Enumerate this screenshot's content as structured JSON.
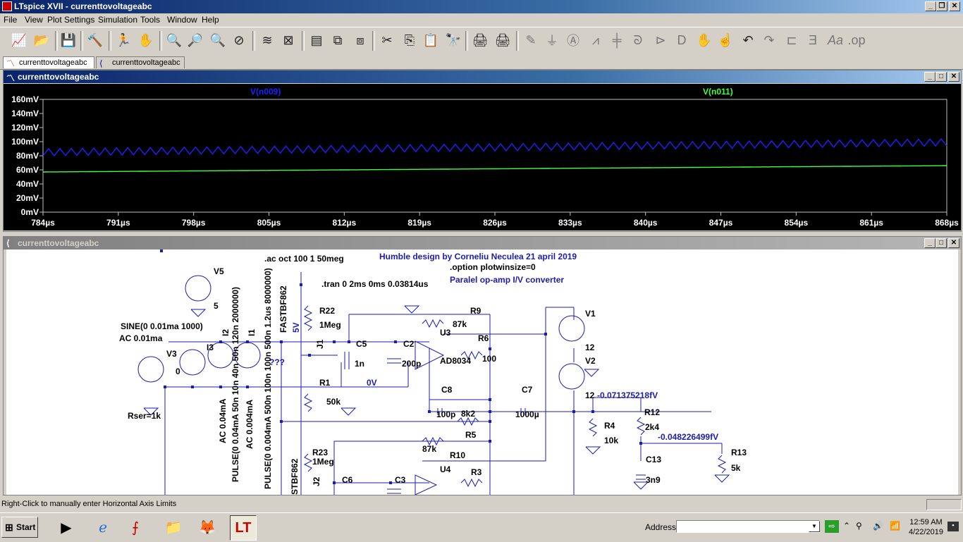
{
  "window": {
    "title": "LTspice XVII - currenttovoltageabc"
  },
  "menu": [
    "File",
    "View",
    "Plot Settings",
    "Simulation",
    "Tools",
    "Window",
    "Help"
  ],
  "tabs": [
    {
      "label": "currenttovoltageabc",
      "icon": "waveform-icon"
    },
    {
      "label": "currenttovoltageabc",
      "icon": "schematic-icon"
    }
  ],
  "plot_window": {
    "title": "currenttovoltageabc"
  },
  "schematic_window": {
    "title": "currenttovoltageabc"
  },
  "chart_data": {
    "type": "line",
    "xlabel": "",
    "ylabel": "",
    "x_ticks": [
      "784µs",
      "791µs",
      "798µs",
      "805µs",
      "812µs",
      "819µs",
      "826µs",
      "833µs",
      "840µs",
      "847µs",
      "854µs",
      "861µs",
      "868µs"
    ],
    "y_ticks": [
      "160mV",
      "140mV",
      "120mV",
      "100mV",
      "80mV",
      "60mV",
      "40mV",
      "20mV",
      "0mV"
    ],
    "xlim": [
      784,
      868
    ],
    "ylim": [
      0,
      160
    ],
    "grid": false,
    "background": "#000000",
    "series": [
      {
        "name": "V(n009)",
        "color": "#2020ff",
        "kind": "ripple",
        "start": 85,
        "end": 99,
        "ripple_amplitude": 5,
        "ripple_cycles": 80
      },
      {
        "name": "V(n011)",
        "color": "#40ff40",
        "kind": "ramp",
        "start": 57,
        "end": 66
      }
    ]
  },
  "schematic": {
    "texts": [
      "Humble design by Corneliu Neculea 21 april 2019",
      ".option plotwinsize=0",
      "Paralel op-amp I/V converter",
      ".tran 0 2ms 0ms 0.03814us",
      ".ac oct 100 1 50meg",
      "SINE(0 0.01ma 1000)",
      "AC 0.01ma",
      "V5",
      "5",
      "R22",
      "1Meg",
      "5V",
      "J1",
      "C5",
      "1n",
      "C2",
      "200p",
      "U3",
      "AD8034",
      "R6",
      "100",
      "R9",
      "87k",
      "V1",
      "12",
      "V2",
      "12",
      "V3",
      "0",
      "I3",
      "I2",
      "I1",
      "R1",
      "50k",
      "0V",
      "???",
      "C8",
      "100p",
      "8k2",
      "R5",
      "C7",
      "1000µ",
      "-0.071375218fV",
      "R12",
      "2k4",
      "R4",
      "10k",
      "-0.048226499fV",
      "R13",
      "5k",
      "C13",
      "3n9",
      "R23",
      "1Meg",
      "87k",
      "R10",
      "J2",
      "C6",
      "C3",
      "U4",
      "R3",
      "Rser=1k",
      "FASTBF862",
      "AC 0.04mA",
      "PULSE(0 0.04mA 50n 10n 40n 50n 120n 2000000)",
      "AC 0.004mA",
      "PULSE(0 0.004mA 500n 100n 100n 500n 1.2us 8000000)",
      "STBF862"
    ]
  },
  "status": {
    "text": "Right-Click to manually enter Horizontal Axis Limits"
  },
  "taskbar": {
    "start": "Start",
    "address_label": "Address",
    "address_value": "",
    "time": "12:59 AM",
    "date": "4/22/2019"
  }
}
